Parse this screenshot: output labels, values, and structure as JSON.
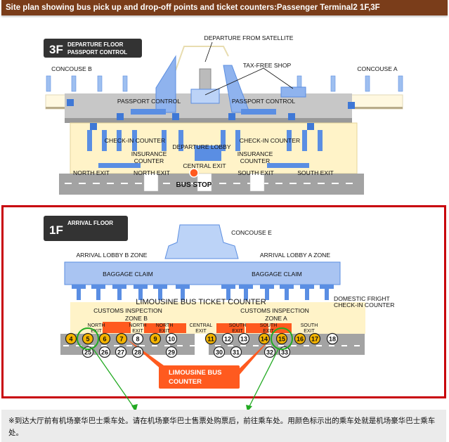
{
  "header": {
    "title": "Site plan showing bus pick up and drop-off points and ticket counters:Passenger Terminal2 1F,3F"
  },
  "floor3": {
    "badge_number": "3F",
    "badge_line1": "DEPARTURE FLOOR",
    "badge_line2": "PASSPORT CONTROL",
    "labels": {
      "satellite": "DEPARTURE FROM SATELLITE",
      "tax_free": "TAX-FREE SHOP",
      "concourse_b": "CONCOUSE B",
      "concourse_a": "CONCOUSE A",
      "passport_control": "PASSPORT CONTROL",
      "check_in": "CHECK-IN COUNTER",
      "departure_lobby": "DEPARTURE LOBBY",
      "insurance_1": "INSURANCE",
      "insurance_2": "COUNTER",
      "central_exit": "CENTRAL EXIT",
      "north_exit": "NORTH EXIT",
      "south_exit": "SOUTH EXIT",
      "bus_stop": "BUS STOP"
    }
  },
  "floor1": {
    "badge_number": "1F",
    "badge_line1": "ARRIVAL FLOOR",
    "labels": {
      "concourse_e": "CONCOUSE E",
      "lobby_b": "ARRIVAL LOBBY B ZONE",
      "lobby_a": "ARRIVAL LOBBY A ZONE",
      "baggage": "BAGGAGE CLAIM",
      "ticket_counter": "LIMOUSINE BUS TICKET COUNTER",
      "customs": "CUSTOMS INSPECTION",
      "zone_b": "ZONE B",
      "zone_a": "ZONE A",
      "fright_1": "DOMESTIC FRIGHT",
      "fright_2": "CHECK-IN COUNTER",
      "north": "NORTH",
      "south": "SOUTH",
      "central": "CENTRAL",
      "exit": "EXIT",
      "counter_1": "LIMOUSINE BUS",
      "counter_2": "COUNTER"
    },
    "stops_row1": [
      {
        "n": "4",
        "limousine": true
      },
      {
        "n": "5",
        "limousine": true
      },
      {
        "n": "6",
        "limousine": true
      },
      {
        "n": "7",
        "limousine": true
      },
      {
        "n": "8",
        "limousine": false
      },
      {
        "n": "9",
        "limousine": true
      },
      {
        "n": "10",
        "limousine": false
      },
      {
        "n": "11",
        "limousine": true
      },
      {
        "n": "12",
        "limousine": false
      },
      {
        "n": "13",
        "limousine": false
      },
      {
        "n": "14",
        "limousine": true
      },
      {
        "n": "15",
        "limousine": true
      },
      {
        "n": "16",
        "limousine": true
      },
      {
        "n": "17",
        "limousine": true
      },
      {
        "n": "18",
        "limousine": false
      }
    ],
    "stops_row2": [
      "25",
      "26",
      "27",
      "28",
      "29",
      "30",
      "31",
      "32",
      "33"
    ],
    "highlighted_stops": [
      "5",
      "15"
    ]
  },
  "note": "※到达大厅前有机场豪华巴士乘车处。请在机场豪华巴士售票处购票后，前往乘车处。用颜色标示出的乘车处就是机场豪华巴士乘车处。",
  "colors": {
    "header": "#7a3d1a",
    "frame": "#c8000a",
    "counter": "#ff5a1f",
    "stop": "#f5b400",
    "highlight": "#22aa22",
    "blue": "#6a9be6"
  }
}
